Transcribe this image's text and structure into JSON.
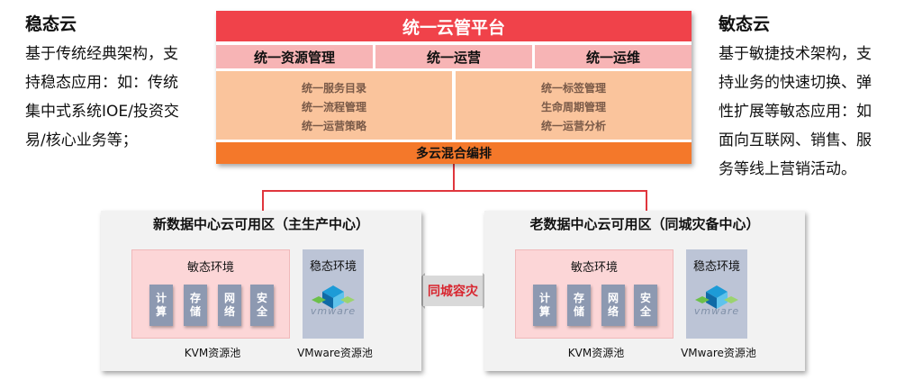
{
  "left": {
    "title": "稳态云",
    "lines": [
      "基于传统经典架构，支",
      "持稳态应用：如：传统",
      "集中式系统IOE/投资交",
      "易/核心业务等；"
    ]
  },
  "right": {
    "title": "敏态云",
    "lines": [
      "基于敏捷技术架构，支",
      "持业务的快速切换、弹",
      "性扩展等敏态应用：如",
      "面向互联网、销售、服",
      "务等线上营销活动。"
    ]
  },
  "platform": {
    "title": "统一云管平台",
    "sections": [
      "统一资源管理",
      "统一运营",
      "统一运维"
    ],
    "left_items": [
      "统一服务目录",
      "统一流程管理",
      "统一运营策略"
    ],
    "right_items": [
      "统一标签管理",
      "生命周期管理",
      "统一运营分析"
    ],
    "bottom": "多云混合编排"
  },
  "new_dc": {
    "title": "新数据中心云可用区（主生产中心）",
    "sensitive_label": "敏态环境",
    "stable_label": "稳态环境",
    "chips": [
      "计\n算",
      "存\n储",
      "网\n络",
      "安\n全"
    ],
    "kvm_pool": "KVM资源池",
    "vmware_pool": "VMware资源池"
  },
  "old_dc": {
    "title": "老数据中心云可用区（同城灾备中心）",
    "sensitive_label": "敏态环境",
    "stable_label": "稳态环境",
    "chips": [
      "计\n算",
      "存\n储",
      "网\n络",
      "安\n全"
    ],
    "kvm_pool": "KVM资源池",
    "vmware_pool": "VMware资源池"
  },
  "link_label": "同城容灾",
  "vmware_logo_text": "vmware",
  "colors": {
    "red": "#f0424a",
    "pink": "#f7b4b5",
    "peach": "#fac49c",
    "orange": "#f4782a",
    "connector": "#e0363d"
  }
}
